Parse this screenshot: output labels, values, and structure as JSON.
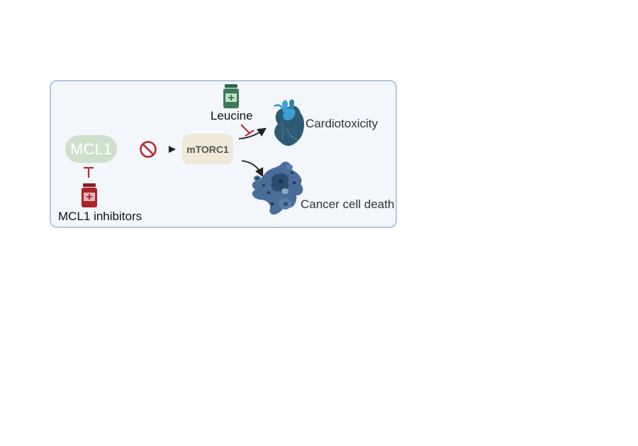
{
  "nodes": {
    "mcl1": "MCL1",
    "mtorc1": "mTORC1"
  },
  "drugs": {
    "leucine": "Leucine",
    "mcl1_inhibitors": "MCL1 inhibitors"
  },
  "outcomes": {
    "cardiotoxicity": "Cardiotoxicity",
    "cancer_cell_death": "Cancer cell death"
  },
  "colors": {
    "panel_fill": "#f3f6fb",
    "panel_border": "#b4c6de",
    "mcl1_fill": "#cfe0cc",
    "mtorc1_fill": "#f0e8d8",
    "inhibit_red": "#b52a2f",
    "leucine_green": "#3f7a57",
    "inhibitor_red": "#a8262c",
    "heart_dark": "#2f5a74",
    "heart_light": "#3aa0d8",
    "cell_dark": "#3a5b86"
  },
  "icons": [
    "pill-bottle-icon",
    "no-entry-icon",
    "heart-icon",
    "cancer-cell-icon",
    "inhibition-bar-icon"
  ]
}
